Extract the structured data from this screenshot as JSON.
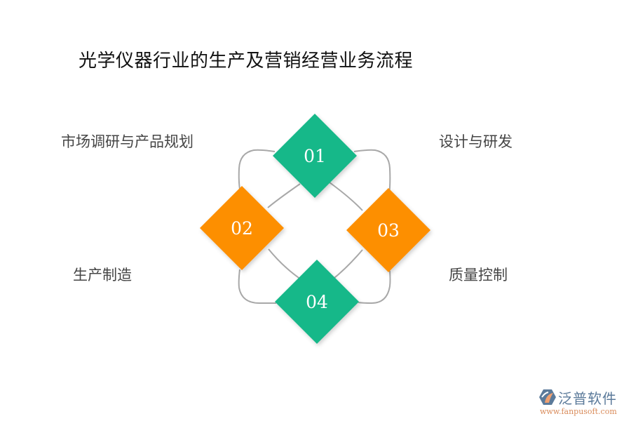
{
  "title": "光学仪器行业的生产及营销经营业务流程",
  "colors": {
    "green": "#16b889",
    "orange": "#fd8f00",
    "connector": "#a8a8a8",
    "label_text": "#454545",
    "title_text": "#111111"
  },
  "steps": [
    {
      "number": "01",
      "label": "市场调研与产品规划",
      "color": "green"
    },
    {
      "number": "02",
      "label": "设计与研发",
      "color": "orange"
    },
    {
      "number": "03",
      "label": "生产制造",
      "color": "orange"
    },
    {
      "number": "04",
      "label": "质量控制",
      "color": "green"
    }
  ],
  "diagram_labels": {
    "top_left": "市场调研与产品规划",
    "top_right": "设计与研发",
    "bottom_left": "生产制造",
    "bottom_right": "质量控制"
  },
  "diamonds": {
    "d1": "01",
    "d2": "02",
    "d3": "03",
    "d4": "04"
  },
  "logo": {
    "name": "泛普软件",
    "url": "www.fanpusoft.com"
  }
}
